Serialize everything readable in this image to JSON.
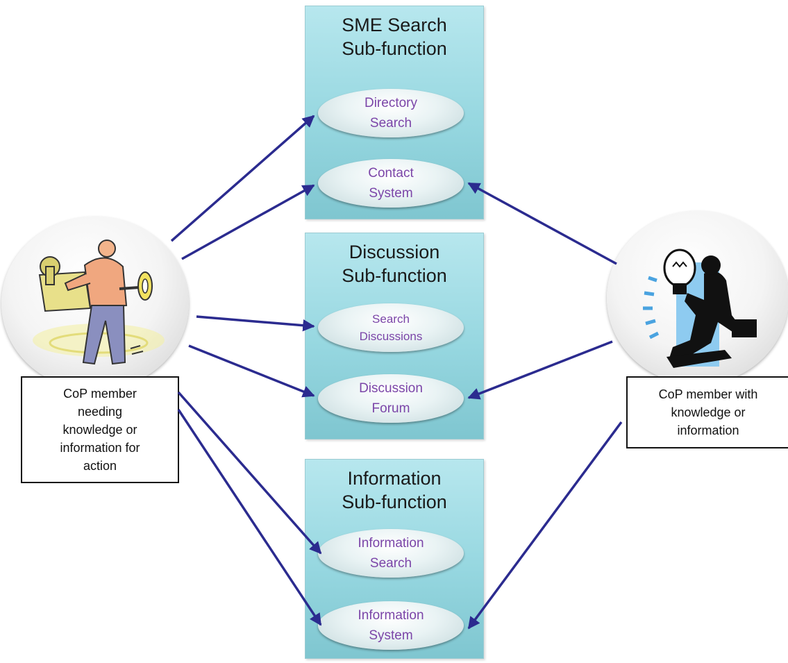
{
  "boxes": [
    {
      "title": "SME Search\nSub-function",
      "functions": [
        "Directory\nSearch",
        "Contact\nSystem"
      ]
    },
    {
      "title": "Discussion\nSub-function",
      "functions": [
        "Search\nDiscussions",
        "Discussion\nForum"
      ]
    },
    {
      "title": "Information\nSub-function",
      "functions": [
        "Information\nSearch",
        "Information\nSystem"
      ]
    }
  ],
  "actors": {
    "seeker": {
      "label": "CoP member\nneeding\nknowledge or\ninformation for\naction",
      "icon": "person-with-key-icon"
    },
    "expert": {
      "label": "CoP member with\nknowledge or\ninformation",
      "icon": "businessman-with-lightbulb-icon"
    }
  },
  "colors": {
    "arrow": "#2b2b8f",
    "function_text": "#7b45a8",
    "box": "#9ad9e2"
  }
}
